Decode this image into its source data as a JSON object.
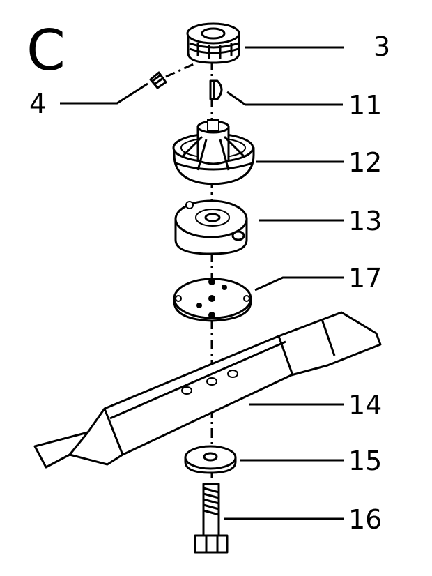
{
  "diagram": {
    "section_letter": "C",
    "callouts": [
      {
        "id": "3",
        "label": "3"
      },
      {
        "id": "4",
        "label": "4"
      },
      {
        "id": "11",
        "label": "11"
      },
      {
        "id": "12",
        "label": "12"
      },
      {
        "id": "13",
        "label": "13"
      },
      {
        "id": "17",
        "label": "17"
      },
      {
        "id": "14",
        "label": "14"
      },
      {
        "id": "15",
        "label": "15"
      },
      {
        "id": "16",
        "label": "16"
      }
    ]
  }
}
